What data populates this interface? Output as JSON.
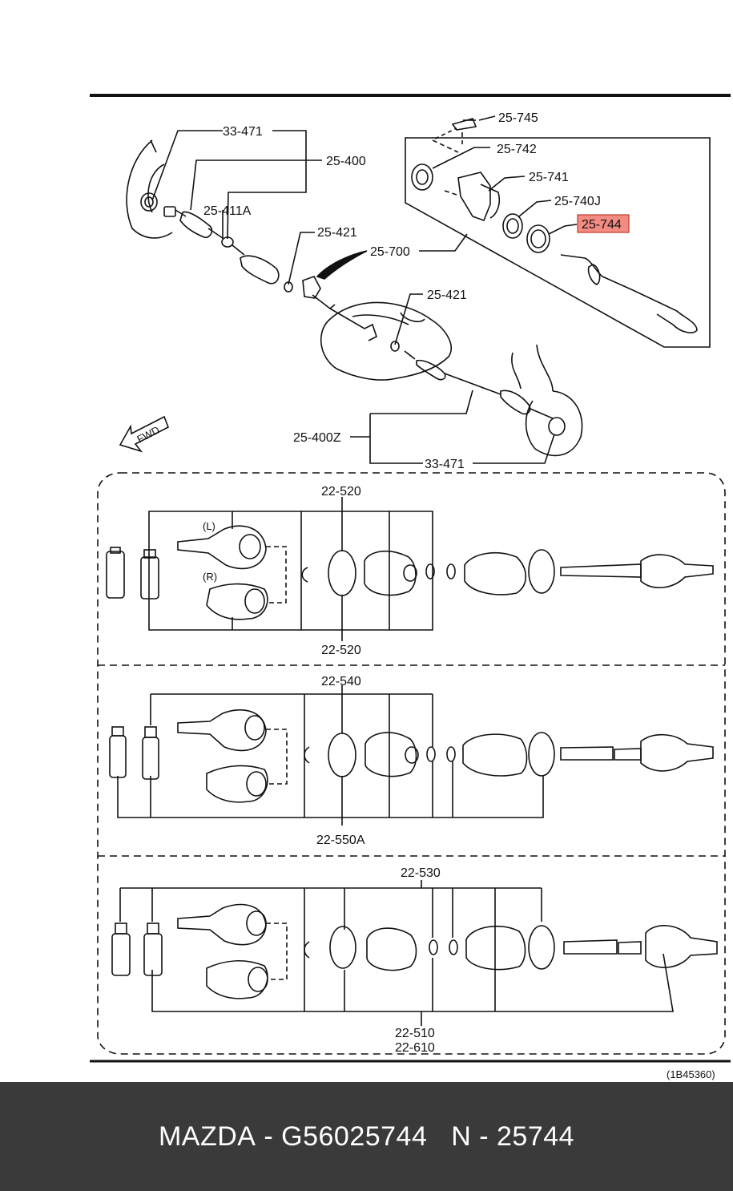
{
  "callouts": {
    "c1": "33-471",
    "c2": "25-400",
    "c3": "25-411A",
    "c4": "25-421",
    "c5": "25-700",
    "c6": "25-421",
    "c7": "25-400Z",
    "c8": "33-471",
    "c9": "25-745",
    "c10": "25-742",
    "c11": "25-741",
    "c12": "25-740J",
    "c13": "25-744"
  },
  "highlight_color": "#f28b82",
  "fwd_label": "FWD",
  "side_labels": {
    "left": "(L)",
    "right": "(R)"
  },
  "sections": {
    "s1_top": "22-520",
    "s1_bottom": "22-520",
    "s2_top": "22-540",
    "s2_bottom": "22-550A",
    "s3_top": "22-530",
    "s3_bottom1": "22-510",
    "s3_bottom2": "22-610"
  },
  "diagram_code": "(1B45360)",
  "footer": {
    "brand": "MAZDA",
    "part_number": "G56025744",
    "code": "N - 25744"
  }
}
